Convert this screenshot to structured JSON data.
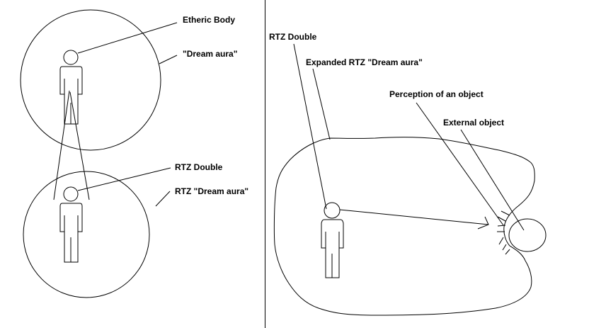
{
  "left_panel": {
    "labels": {
      "etheric_body": "Etheric Body",
      "dream_aura": "\"Dream aura\"",
      "rtz_double": "RTZ Double",
      "rtz_dream_aura": "RTZ \"Dream aura\""
    }
  },
  "right_panel": {
    "labels": {
      "rtz_double": "RTZ Double",
      "expanded_aura": "Expanded RTZ \"Dream aura\"",
      "perception": "Perception of an object",
      "external_object": "External object"
    }
  },
  "colors": {
    "line": "#000000",
    "background": "#ffffff"
  }
}
